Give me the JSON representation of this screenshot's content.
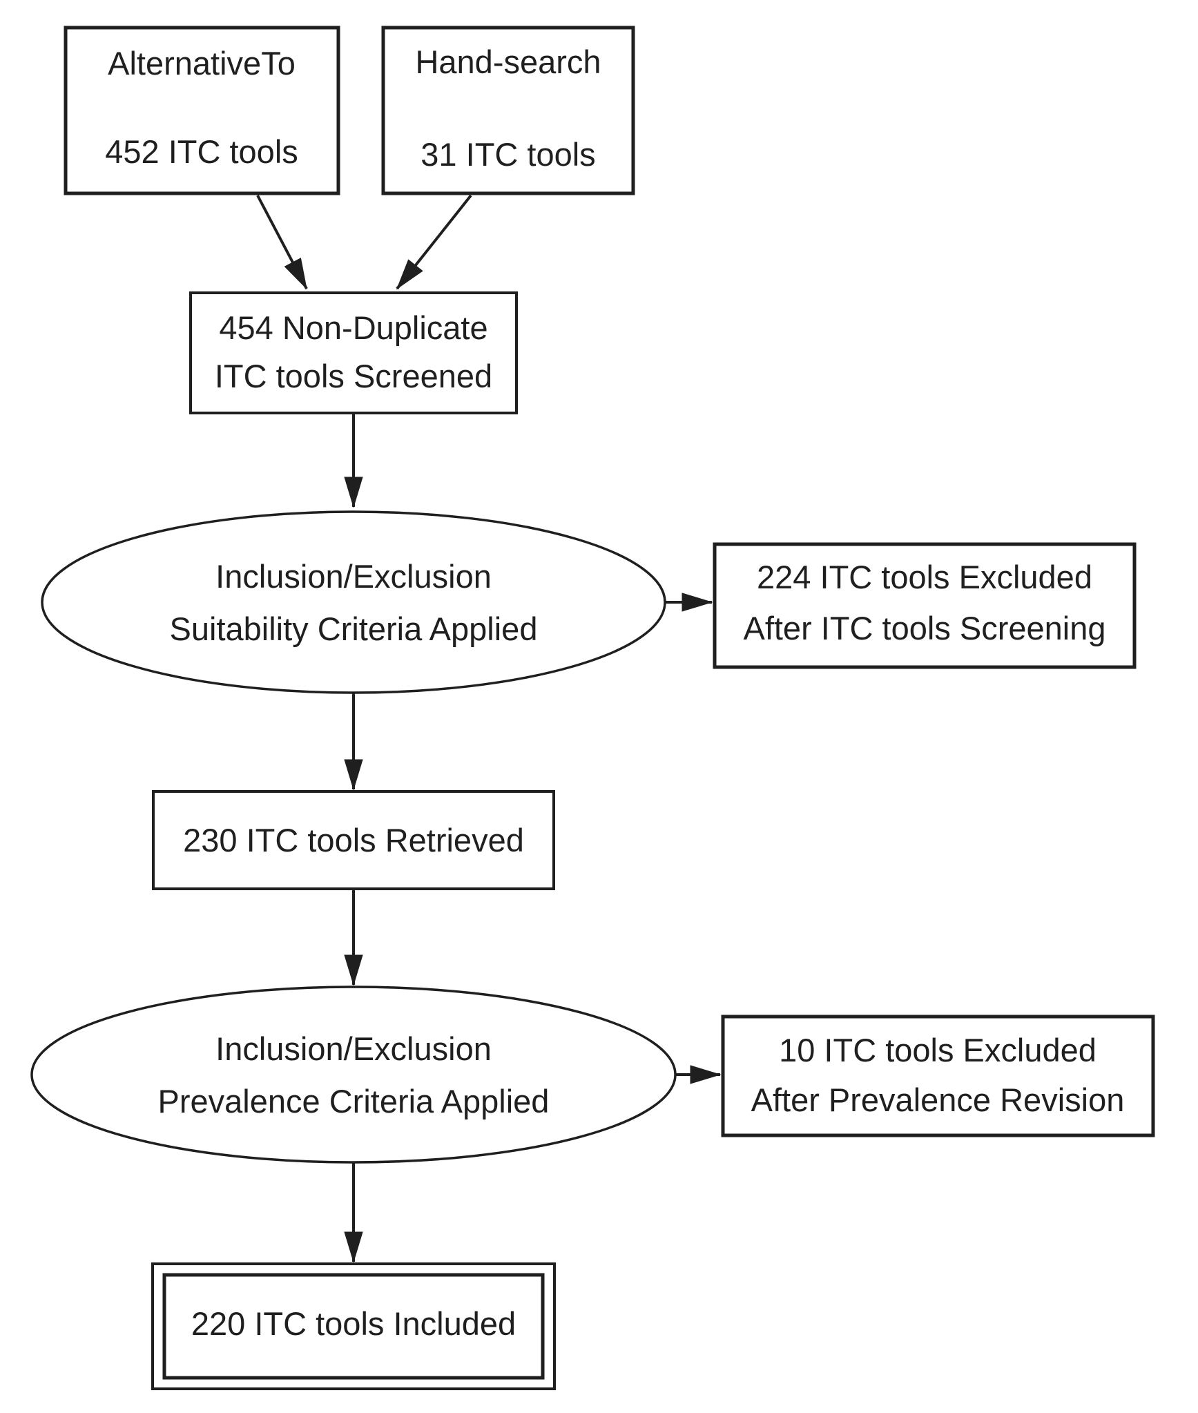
{
  "figure": {
    "background": "#ffffff",
    "ink": "#1f1f1f",
    "nodes": {
      "alternativeto": {
        "line1": "AlternativeTo",
        "line2": "452 ITC tools"
      },
      "handsearch": {
        "line1": "Hand-search",
        "line2": "31 ITC tools"
      },
      "screened": {
        "line1": "454 Non-Duplicate",
        "line2": "ITC tools Screened"
      },
      "suitability": {
        "line1": "Inclusion/Exclusion",
        "line2": "Suitability Criteria Applied"
      },
      "excluded_screening": {
        "line1": "224 ITC tools Excluded",
        "line2": "After ITC tools Screening"
      },
      "retrieved": {
        "label": "230 ITC tools Retrieved"
      },
      "prevalence": {
        "line1": "Inclusion/Exclusion",
        "line2": "Prevalence Criteria Applied"
      },
      "excluded_prevalence": {
        "line1": "10 ITC tools Excluded",
        "line2": "After Prevalence Revision"
      },
      "included": {
        "label": "220 ITC tools Included"
      }
    }
  }
}
